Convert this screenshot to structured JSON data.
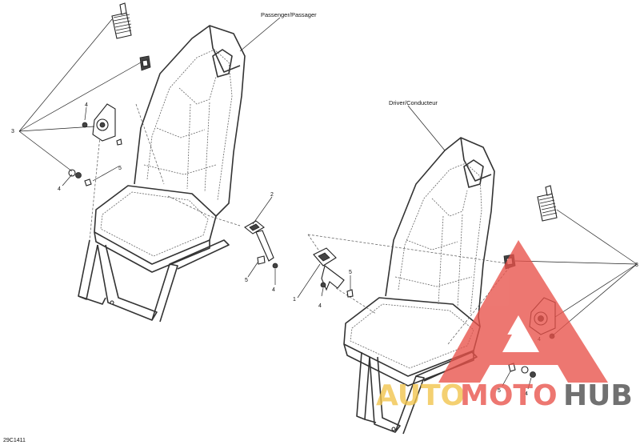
{
  "labels": {
    "passenger": "Passenger/Passager",
    "driver": "Driver/Conducteur",
    "figure_code": "29C1411"
  },
  "callouts": {
    "n1": "1",
    "n2": "2",
    "n3": "3",
    "n4": "4",
    "n5": "5"
  },
  "watermark": {
    "auto": "AUTO",
    "moto": "MOTO",
    "hub": "HUB",
    "color_auto": "#f2c44a",
    "color_moto": "#e8524a",
    "color_hub": "#4a4a4a"
  }
}
